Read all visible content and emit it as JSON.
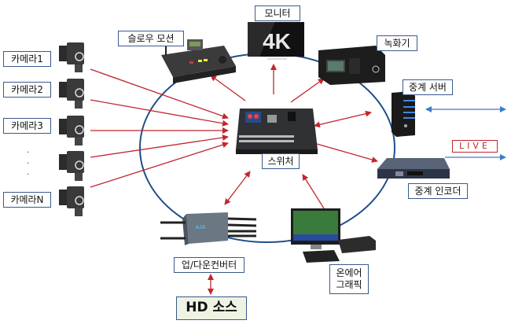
{
  "title": "방송 시스템 구성도",
  "nodes": {
    "cameras": [
      {
        "label": "카메라1"
      },
      {
        "label": "카메라2"
      },
      {
        "label": "카메라3"
      },
      {
        "label": "카메라N"
      }
    ],
    "camera_ellipsis": "·",
    "slow_motion": {
      "label": "슬로우 모션"
    },
    "monitor": {
      "label": "모니터",
      "screen_text": "4K"
    },
    "recorder": {
      "label": "녹화기"
    },
    "relay_server": {
      "label": "중계 서버"
    },
    "live": {
      "label": "LIVE"
    },
    "relay_encoder": {
      "label": "중계 인코더"
    },
    "switcher": {
      "label": "스위처"
    },
    "up_down_converter": {
      "label": "업/다운컨버터",
      "brand": "AJA"
    },
    "onair_graphics": {
      "label_line1": "온에어",
      "label_line2": "그래픽"
    },
    "hd_source": {
      "label": "HD 소스"
    }
  },
  "colors": {
    "ring": "#1f4e8c",
    "arrow_red": "#c0272d",
    "arrow_blue": "#3d7cc9",
    "label_border": "#3a5a8c",
    "hd_fill": "#eef3e4"
  }
}
